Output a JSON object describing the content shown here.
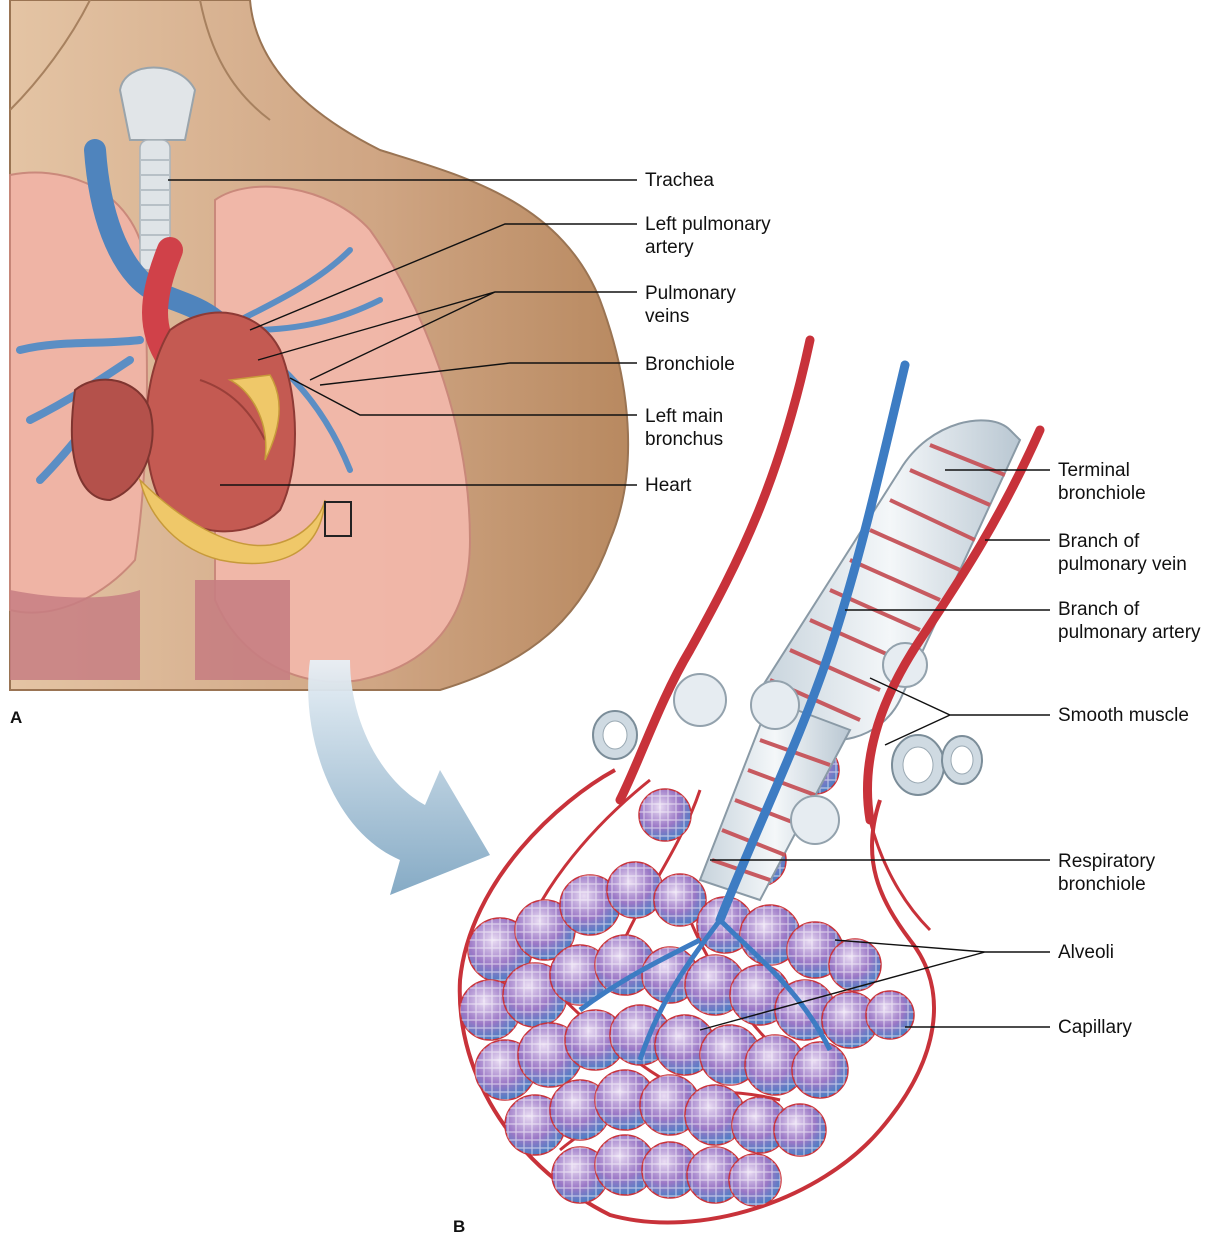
{
  "panel_labels": {
    "a": "A",
    "b": "B"
  },
  "labels": {
    "trachea": "Trachea",
    "left_pulmonary_artery": [
      "Left pulmonary",
      "artery"
    ],
    "pulmonary_veins": [
      "Pulmonary",
      "veins"
    ],
    "bronchiole": "Bronchiole",
    "left_main_bronchus": [
      "Left main",
      "bronchus"
    ],
    "heart": "Heart",
    "terminal_bronchiole": [
      "Terminal",
      "bronchiole"
    ],
    "branch_pulmonary_vein": [
      "Branch of",
      "pulmonary vein"
    ],
    "branch_pulmonary_artery": [
      "Branch of",
      "pulmonary artery"
    ],
    "smooth_muscle": "Smooth muscle",
    "respiratory_bronchiole": [
      "Respiratory",
      "bronchiole"
    ],
    "alveoli": "Alveoli",
    "capillary": "Capillary"
  },
  "colors": {
    "skin": "#c9a27e",
    "lung": "#efb1a4",
    "artery_blue": "#4f84bd",
    "vessel_red": "#c8323a",
    "heart": "#c2564f",
    "fat": "#efc869",
    "trachea": "#dfe3e6",
    "alveolus_purple": "#8a66b8",
    "arrow": "#8fb4cc"
  }
}
